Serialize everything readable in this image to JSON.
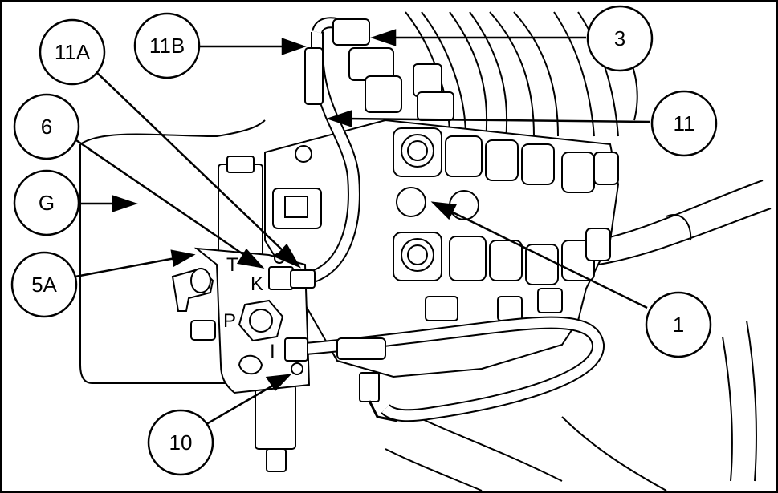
{
  "figure": {
    "callouts": {
      "c_11a": "11A",
      "c_11b": "11B",
      "c_3": "3",
      "c_6": "6",
      "c_11": "11",
      "c_g": "G",
      "c_5a": "5A",
      "c_1": "1",
      "c_10": "10"
    },
    "ports": {
      "t": "T",
      "k": "K",
      "p": "P",
      "i": "I"
    },
    "colors": {
      "line": "#000000",
      "background": "#ffffff"
    }
  }
}
